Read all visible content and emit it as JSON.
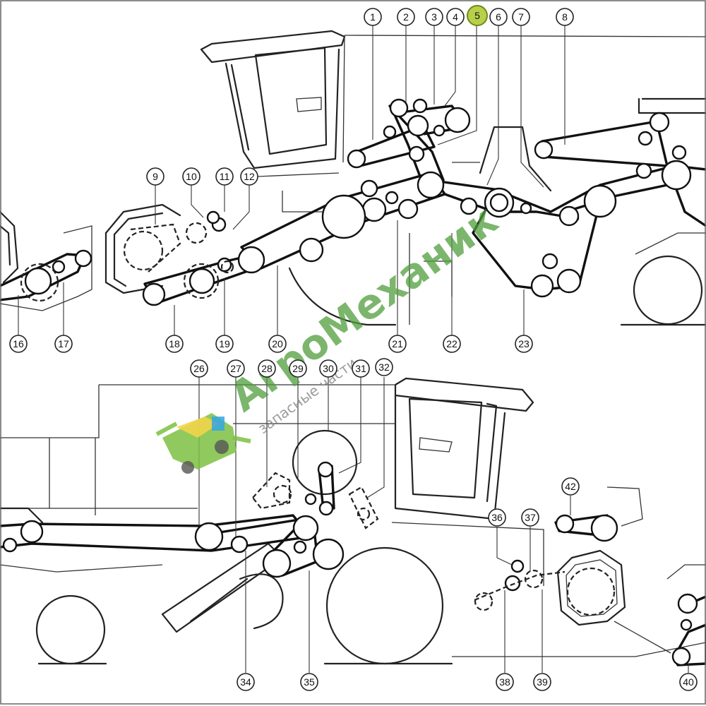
{
  "callouts": [
    {
      "id": "1",
      "label": "1"
    },
    {
      "id": "2",
      "label": "2"
    },
    {
      "id": "3",
      "label": "3"
    },
    {
      "id": "4",
      "label": "4"
    },
    {
      "id": "5",
      "label": "5",
      "highlighted": true
    },
    {
      "id": "6",
      "label": "6"
    },
    {
      "id": "7",
      "label": "7"
    },
    {
      "id": "8",
      "label": "8"
    },
    {
      "id": "9",
      "label": "9"
    },
    {
      "id": "10",
      "label": "10"
    },
    {
      "id": "11",
      "label": "11"
    },
    {
      "id": "12",
      "label": "12"
    },
    {
      "id": "16",
      "label": "16"
    },
    {
      "id": "17",
      "label": "17"
    },
    {
      "id": "18",
      "label": "18"
    },
    {
      "id": "19",
      "label": "19"
    },
    {
      "id": "20",
      "label": "20"
    },
    {
      "id": "21",
      "label": "21"
    },
    {
      "id": "22",
      "label": "22"
    },
    {
      "id": "23",
      "label": "23"
    },
    {
      "id": "26",
      "label": "26"
    },
    {
      "id": "27",
      "label": "27"
    },
    {
      "id": "28",
      "label": "28"
    },
    {
      "id": "29",
      "label": "29"
    },
    {
      "id": "30",
      "label": "30"
    },
    {
      "id": "31",
      "label": "31"
    },
    {
      "id": "32",
      "label": "32"
    },
    {
      "id": "34",
      "label": "34"
    },
    {
      "id": "35",
      "label": "35"
    },
    {
      "id": "36",
      "label": "36"
    },
    {
      "id": "37",
      "label": "37"
    },
    {
      "id": "38",
      "label": "38"
    },
    {
      "id": "39",
      "label": "39"
    },
    {
      "id": "40",
      "label": "40"
    },
    {
      "id": "42",
      "label": "42"
    }
  ],
  "watermark": {
    "brand": "АгроМеханик",
    "tagline": "запасные части"
  },
  "colors": {
    "line": "#222222",
    "highlight": "#b8cf4a",
    "watermark": "#4f9e3c"
  }
}
